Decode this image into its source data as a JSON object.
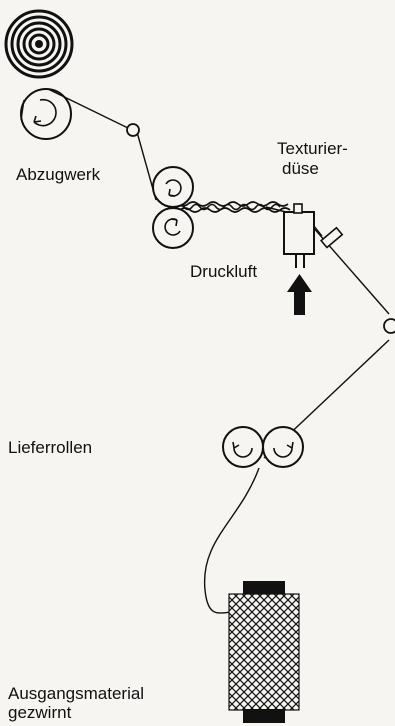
{
  "labels": {
    "abzugwerk": "Abzugwerk",
    "texturierduese_line1": "Texturier-",
    "texturierduese_line2": "düse",
    "druckluft": "Druckluft",
    "lieferrollen": "Lieferrollen",
    "ausgangsmaterial_line1": "Ausgangsmaterial",
    "ausgangsmaterial_line2": "gezwirnt"
  },
  "colors": {
    "ink": "#111111",
    "paper": "#f6f5f1"
  },
  "icons": {
    "take_up_package": "take-up-spool-icon",
    "draw_off_rollers": "roller-pair-icon",
    "nozzle": "texturing-nozzle-icon",
    "air_arrow": "arrow-up-icon",
    "delivery_rollers": "roller-pair-icon",
    "supply_package": "cross-wound-bobbin-icon"
  }
}
